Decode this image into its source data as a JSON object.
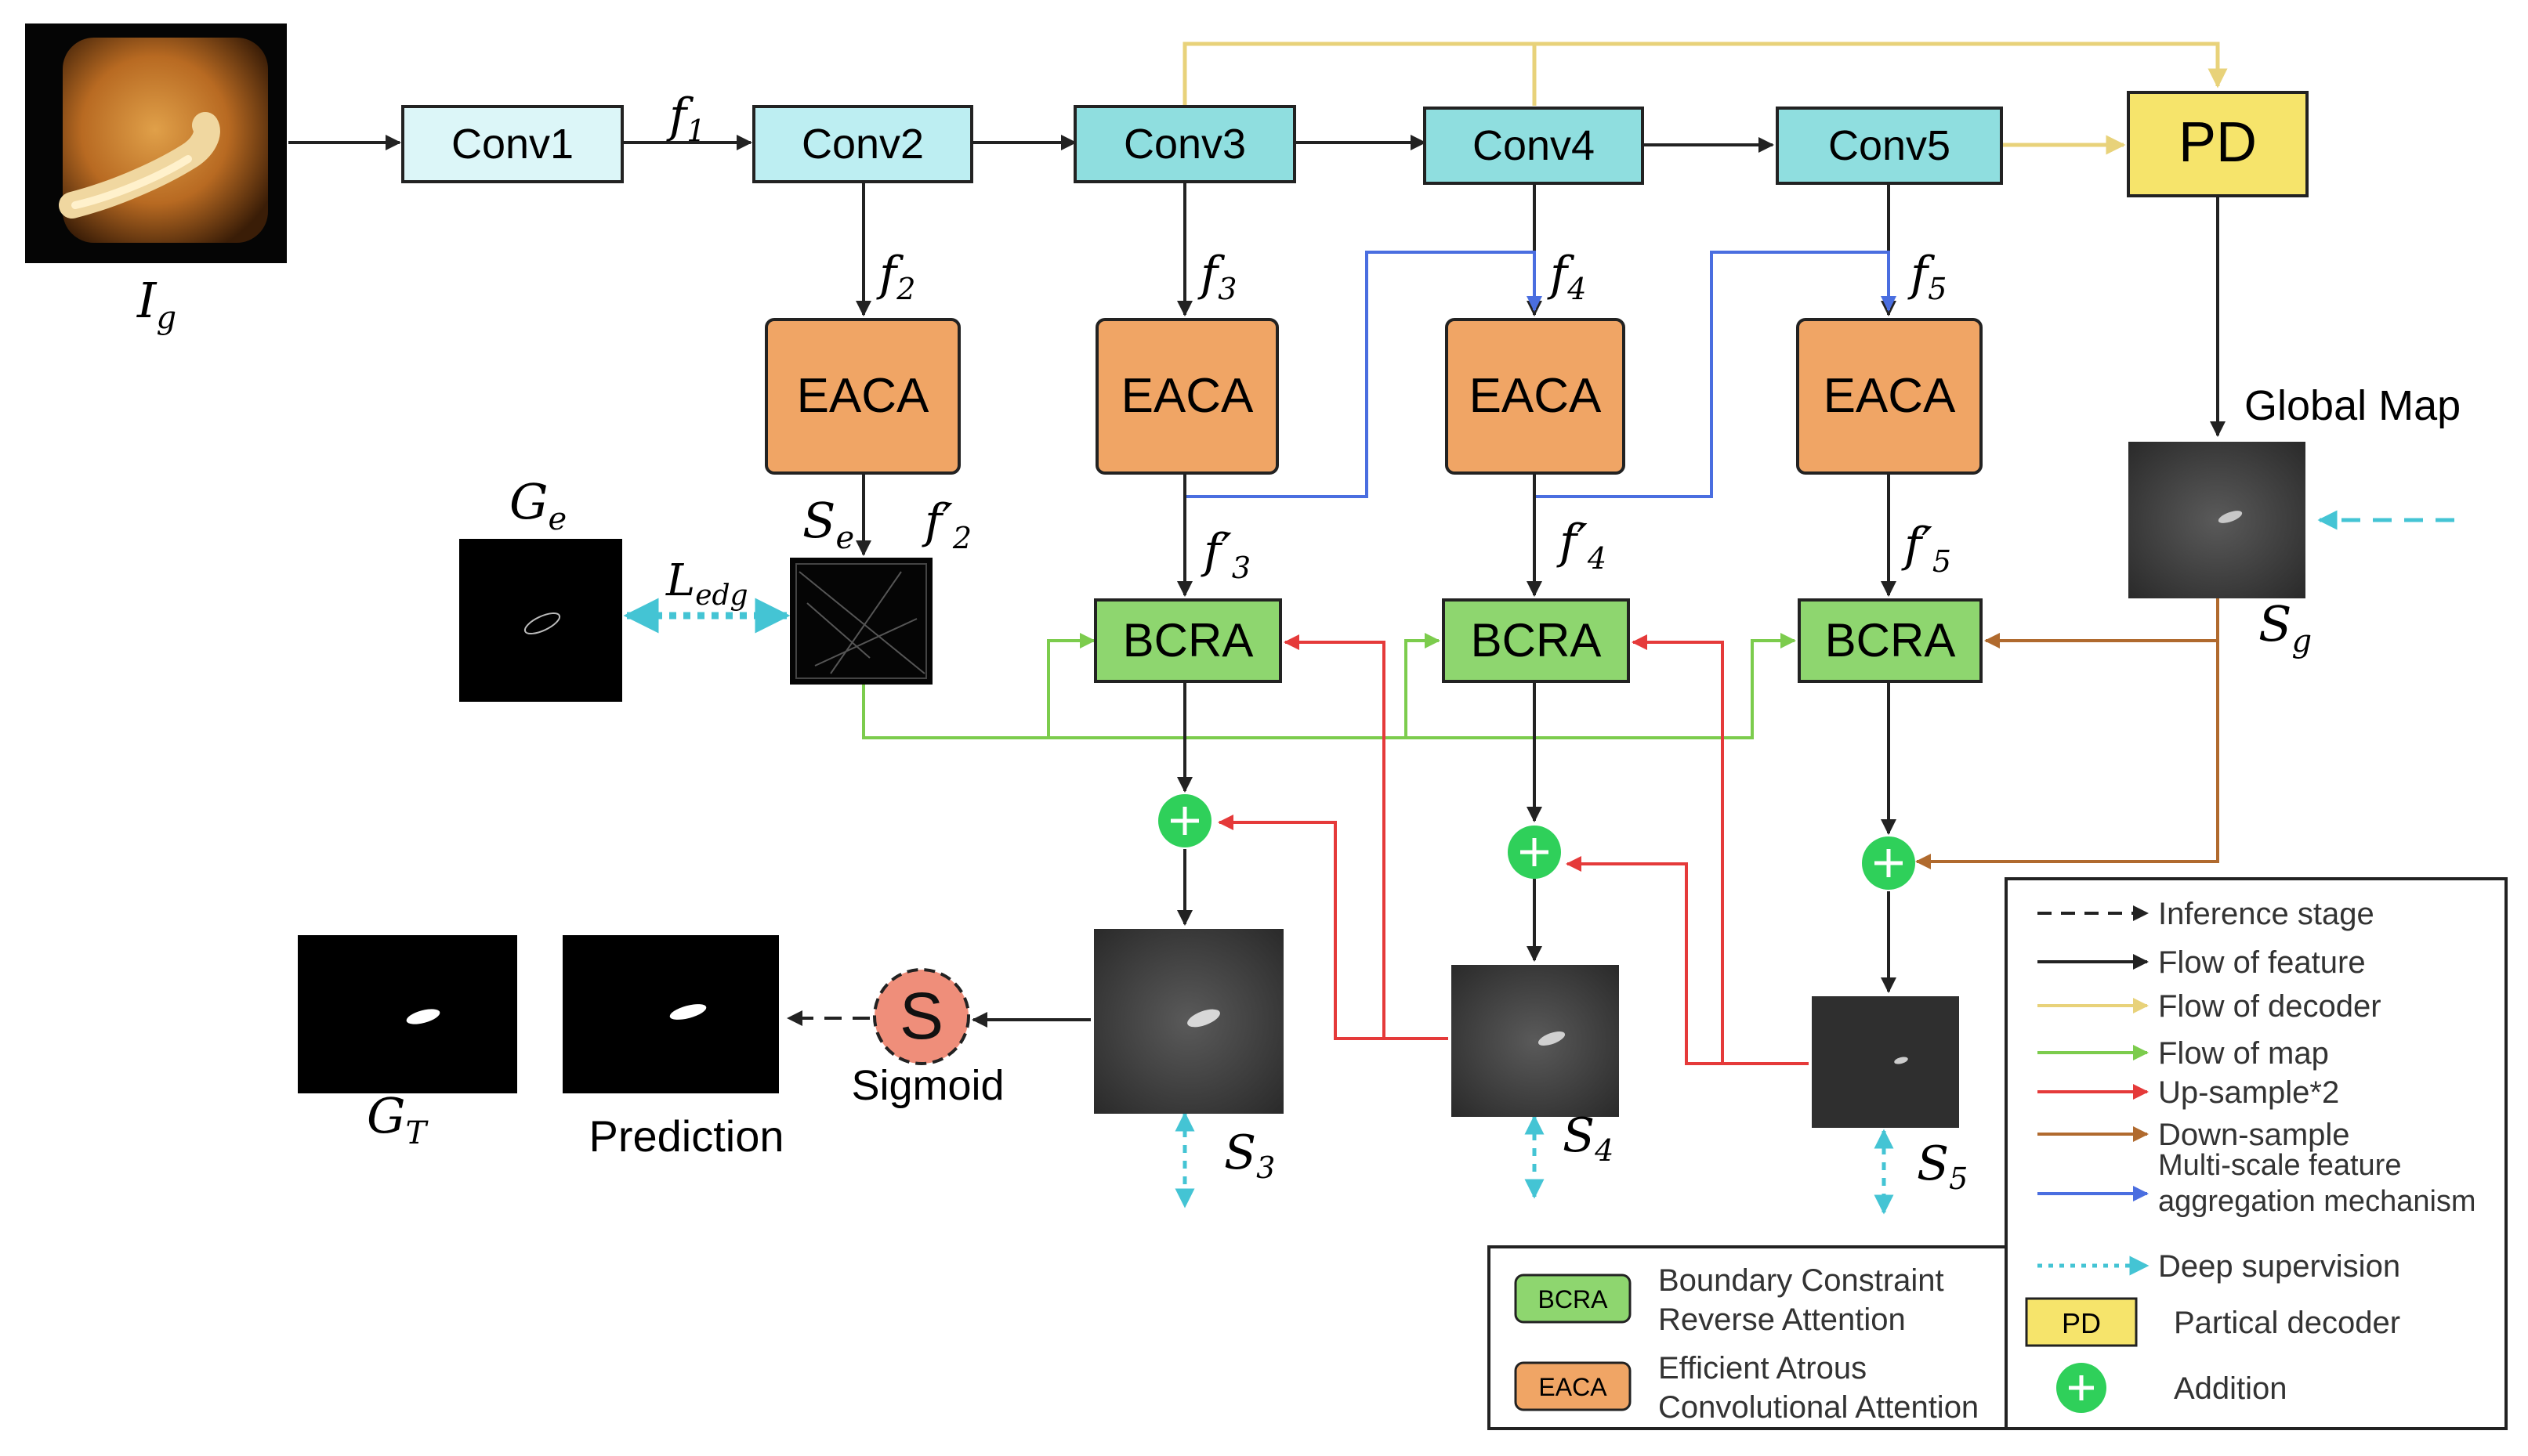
{
  "blocks": {
    "conv1": "Conv1",
    "conv2": "Conv2",
    "conv3": "Conv3",
    "conv4": "Conv4",
    "conv5": "Conv5",
    "pd": "PD",
    "eaca": "EACA",
    "bcra": "BCRA",
    "sigmoid_symbol": "S",
    "sigmoid_label": "Sigmoid"
  },
  "labels": {
    "input": {
      "base": "I",
      "sub": "g"
    },
    "f1": {
      "base": "f",
      "sub": "1",
      "prime": ""
    },
    "f2": {
      "base": "f",
      "sub": "2",
      "prime": ""
    },
    "f3": {
      "base": "f",
      "sub": "3",
      "prime": ""
    },
    "f4": {
      "base": "f",
      "sub": "4",
      "prime": ""
    },
    "f5": {
      "base": "f",
      "sub": "5",
      "prime": ""
    },
    "f2p": {
      "base": "f",
      "sub": "2",
      "prime": "′"
    },
    "f3p": {
      "base": "f",
      "sub": "3",
      "prime": "′"
    },
    "f4p": {
      "base": "f",
      "sub": "4",
      "prime": "′"
    },
    "f5p": {
      "base": "f",
      "sub": "5",
      "prime": "′"
    },
    "ge": {
      "base": "G",
      "sub": "e"
    },
    "se": {
      "base": "S",
      "sub": "e"
    },
    "ledg": {
      "base": "L",
      "sub": "edg"
    },
    "sg": {
      "base": "S",
      "sub": "g"
    },
    "s3": {
      "base": "S",
      "sub": "3"
    },
    "s4": {
      "base": "S",
      "sub": "4"
    },
    "s5": {
      "base": "S",
      "sub": "5"
    },
    "gt": {
      "base": "G",
      "sub": "T"
    },
    "global_map": "Global Map",
    "prediction": "Prediction"
  },
  "legend_right": [
    {
      "style": "dashed",
      "color": "#222222",
      "label": "Inference stage"
    },
    {
      "style": "solid",
      "color": "#222222",
      "label": "Flow of feature"
    },
    {
      "style": "solid",
      "color": "#e8d27a",
      "label": "Flow of decoder"
    },
    {
      "style": "solid",
      "color": "#7ccc4d",
      "label": "Flow of map"
    },
    {
      "style": "solid",
      "color": "#e53a3a",
      "label": "Up-sample*2"
    },
    {
      "style": "solid",
      "color": "#b06a2e",
      "label": "Down-sample"
    },
    {
      "style": "solid",
      "color": "#4a6ee0",
      "label_lines": [
        "Multi-scale feature",
        "aggregation mechanism"
      ]
    },
    {
      "style": "dotted",
      "color": "#44c4d4",
      "label": "Deep supervision"
    },
    {
      "style": "box",
      "color": "#f6e46b",
      "box_text": "PD",
      "label": "Partical decoder"
    },
    {
      "style": "circle",
      "color": "#2fd05a",
      "label": "Addition"
    }
  ],
  "legend_left": [
    {
      "box_text": "BCRA",
      "color": "#8ed66f",
      "label_lines": [
        "Boundary Constraint",
        "Reverse Attention"
      ]
    },
    {
      "box_text": "EACA",
      "color": "#f0a565",
      "label_lines": [
        "Efficient Atrous",
        "Convolutional Attention"
      ]
    }
  ],
  "colors": {
    "conv1": "#dcf6f8",
    "conv2": "#bdeef2",
    "conv345": "#8fdedf",
    "pd": "#f6e46b",
    "eaca": "#f0a565",
    "bcra": "#8ed66f",
    "feature": "#222222",
    "decoder": "#e8d27a",
    "map": "#7ccc4d",
    "upsample": "#e53a3a",
    "downsample": "#b06a2e",
    "multiscale": "#4a6ee0",
    "deepsup": "#44c4d4",
    "addition": "#2fd05a",
    "sigmoid": "#ef8e7a"
  }
}
